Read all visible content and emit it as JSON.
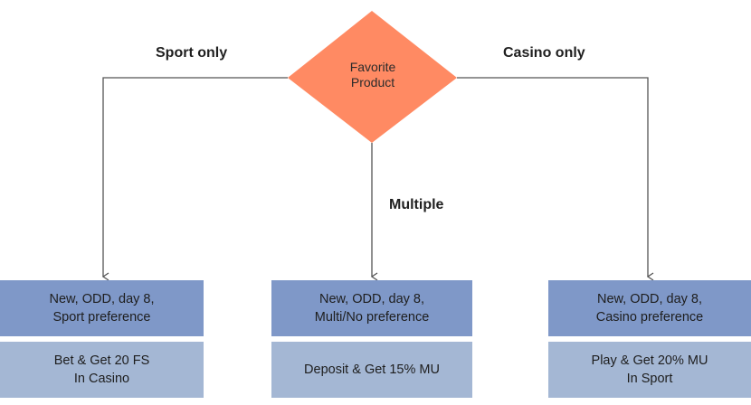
{
  "decision": {
    "label_line1": "Favorite",
    "label_line2": "Product",
    "color": "#ff8a63"
  },
  "branches": {
    "left_label": "Sport only",
    "middle_label": "Multiple",
    "right_label": "Casino only"
  },
  "segments": [
    {
      "line1": "New, ODD, day 8,",
      "line2": "Sport preference"
    },
    {
      "line1": "New, ODD, day 8,",
      "line2": "Multi/No preference"
    },
    {
      "line1": "New, ODD, day 8,",
      "line2": "Casino preference"
    }
  ],
  "offers": [
    {
      "line1": "Bet & Get 20 FS",
      "line2": "In Casino"
    },
    {
      "line1": "Deposit & Get 15% MU",
      "line2": ""
    },
    {
      "line1": "Play & Get 20% MU",
      "line2": "In Sport"
    }
  ],
  "colors": {
    "segment_fill": "#7f98c8",
    "offer_fill": "#a4b7d4",
    "connector": "#555555"
  }
}
